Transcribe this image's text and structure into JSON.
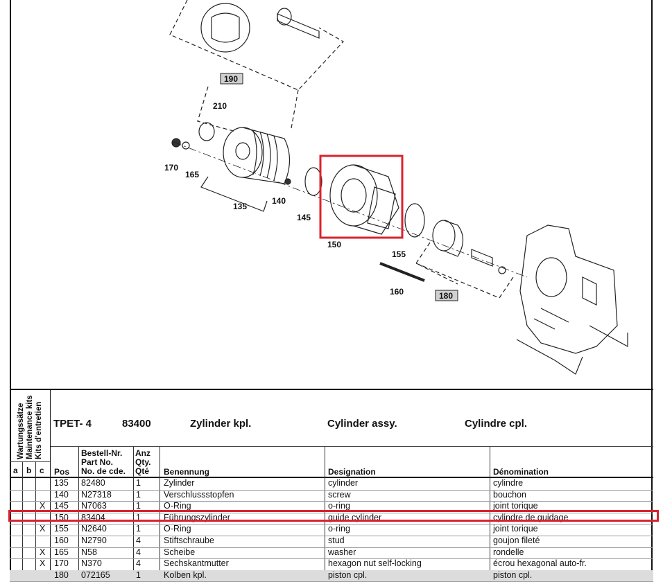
{
  "diagram": {
    "callouts": [
      "190",
      "210",
      "170",
      "165",
      "135",
      "140",
      "145",
      "150",
      "155",
      "160",
      "180"
    ],
    "highlight_color": "#d9232e"
  },
  "kits_header": [
    "Wartungssätze",
    "Maintenance kits",
    "Kits d'entretien"
  ],
  "title": {
    "model": "TPET- 4",
    "number": "83400",
    "de": "Zylinder kpl.",
    "en": "Cylinder assy.",
    "fr": "Cylindre cpl."
  },
  "columns": {
    "a": "a",
    "b": "b",
    "c": "c",
    "pos": "Pos",
    "part_no": [
      "Bestell-Nr.",
      "Part No.",
      "No. de cde."
    ],
    "qty": [
      "Anz",
      "Qty.",
      "Qté"
    ],
    "benennung": "Benennung",
    "designation": "Designation",
    "denomination": "Dénomination"
  },
  "rows": [
    {
      "a": "",
      "b": "",
      "c": "",
      "pos": "135",
      "part": "82480",
      "qty": "1",
      "de": "Zylinder",
      "en": "cylinder",
      "fr": "cylindre"
    },
    {
      "a": "",
      "b": "",
      "c": "",
      "pos": "140",
      "part": "N27318",
      "qty": "1",
      "de": "Verschlussstopfen",
      "en": "screw",
      "fr": "bouchon"
    },
    {
      "a": "",
      "b": "",
      "c": "X",
      "pos": "145",
      "part": "N7063",
      "qty": "1",
      "de": "O-Ring",
      "en": "o-ring",
      "fr": "joint torique"
    },
    {
      "a": "",
      "b": "",
      "c": "",
      "pos": "150",
      "part": "83404",
      "qty": "1",
      "de": "Führungszylinder",
      "en": "guide cylinder",
      "fr": "cylindre de guidage"
    },
    {
      "a": "",
      "b": "",
      "c": "X",
      "pos": "155",
      "part": "N2640",
      "qty": "1",
      "de": "O-Ring",
      "en": "o-ring",
      "fr": "joint torique"
    },
    {
      "a": "",
      "b": "",
      "c": "",
      "pos": "160",
      "part": "N2790",
      "qty": "4",
      "de": "Stiftschraube",
      "en": "stud",
      "fr": "goujon fileté"
    },
    {
      "a": "",
      "b": "",
      "c": "X",
      "pos": "165",
      "part": "N58",
      "qty": "4",
      "de": "Scheibe",
      "en": "washer",
      "fr": "rondelle"
    },
    {
      "a": "",
      "b": "",
      "c": "X",
      "pos": "170",
      "part": "N370",
      "qty": "4",
      "de": "Sechskantmutter",
      "en": "hexagon nut self-locking",
      "fr": "écrou hexagonal auto-fr."
    },
    {
      "a": "",
      "b": "",
      "c": "",
      "pos": "180",
      "part": "072165",
      "qty": "1",
      "de": "Kolben kpl.",
      "en": "piston cpl.",
      "fr": "piston cpl."
    }
  ]
}
